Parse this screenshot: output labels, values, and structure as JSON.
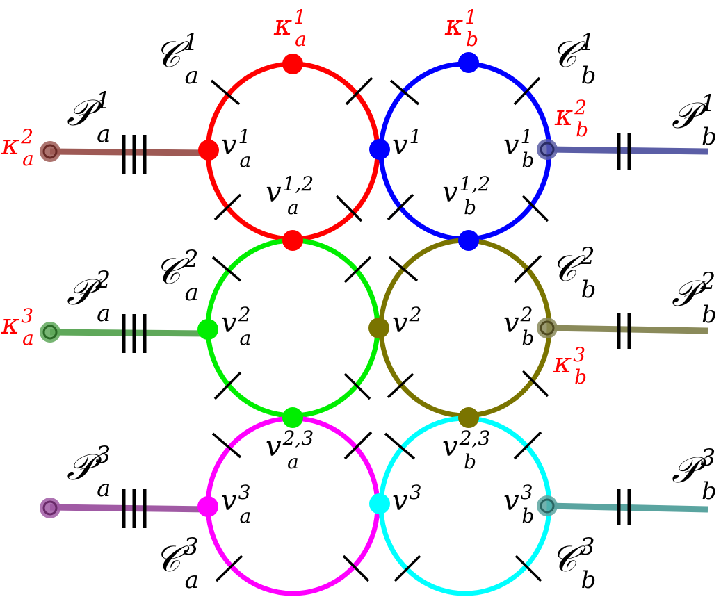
{
  "colors": {
    "C_a_1": "#ff0000",
    "C_b_1": "#0000ff",
    "C_a_2": "#00ee00",
    "C_b_2": "#7a7400",
    "C_a_3": "#ff00ff",
    "C_b_3": "#00ffff",
    "P_a_1": "#9e5a55",
    "P_b_1": "#5b5ea6",
    "P_a_2": "#5fa85a",
    "P_b_2": "#8a8a5a",
    "P_a_3": "#a05aa4",
    "P_b_3": "#5aa4a0",
    "kappa": "#ff0000",
    "marks": "#000000"
  },
  "labels": {
    "C_a_1": {
      "base": "𝒞",
      "sup": "1",
      "sub": "a"
    },
    "C_b_1": {
      "base": "𝒞",
      "sup": "1",
      "sub": "b"
    },
    "C_a_2": {
      "base": "𝒞",
      "sup": "2",
      "sub": "a"
    },
    "C_b_2": {
      "base": "𝒞",
      "sup": "2",
      "sub": "b"
    },
    "C_a_3": {
      "base": "𝒞",
      "sup": "3",
      "sub": "a"
    },
    "C_b_3": {
      "base": "𝒞",
      "sup": "3",
      "sub": "b"
    },
    "P_a_1": {
      "base": "𝒫",
      "sup": "1",
      "sub": "a"
    },
    "P_b_1": {
      "base": "𝒫",
      "sup": "1",
      "sub": "b"
    },
    "P_a_2": {
      "base": "𝒫",
      "sup": "2",
      "sub": "a"
    },
    "P_b_2": {
      "base": "𝒫",
      "sup": "2",
      "sub": "b"
    },
    "P_a_3": {
      "base": "𝒫",
      "sup": "3",
      "sub": "a"
    },
    "P_b_3": {
      "base": "𝒫",
      "sup": "3",
      "sub": "b"
    },
    "v_a_1": {
      "base": "v",
      "sup": "1",
      "sub": "a"
    },
    "v_b_1": {
      "base": "v",
      "sup": "1",
      "sub": "b"
    },
    "v_a_2": {
      "base": "v",
      "sup": "2",
      "sub": "a"
    },
    "v_b_2": {
      "base": "v",
      "sup": "2",
      "sub": "b"
    },
    "v_a_3": {
      "base": "v",
      "sup": "3",
      "sub": "a"
    },
    "v_b_3": {
      "base": "v",
      "sup": "3",
      "sub": "b"
    },
    "v_1": {
      "base": "v",
      "sup": "1",
      "sub": ""
    },
    "v_2": {
      "base": "v",
      "sup": "2",
      "sub": ""
    },
    "v_3": {
      "base": "v",
      "sup": "3",
      "sub": ""
    },
    "v_a_12": {
      "base": "v",
      "sup": "1,2",
      "sub": "a"
    },
    "v_b_12": {
      "base": "v",
      "sup": "1,2",
      "sub": "b"
    },
    "v_a_23": {
      "base": "v",
      "sup": "2,3",
      "sub": "a"
    },
    "v_b_23": {
      "base": "v",
      "sup": "2,3",
      "sub": "b"
    },
    "kappa_a_1": {
      "base": "κ",
      "sup": "1",
      "sub": "a"
    },
    "kappa_b_1": {
      "base": "κ",
      "sup": "1",
      "sub": "b"
    },
    "kappa_a_2": {
      "base": "κ",
      "sup": "2",
      "sub": "a"
    },
    "kappa_b_2": {
      "base": "κ",
      "sup": "2",
      "sub": "b"
    },
    "kappa_a_3": {
      "base": "κ",
      "sup": "3",
      "sub": "a"
    },
    "kappa_b_3": {
      "base": "κ",
      "sup": "3",
      "sub": "b"
    }
  }
}
